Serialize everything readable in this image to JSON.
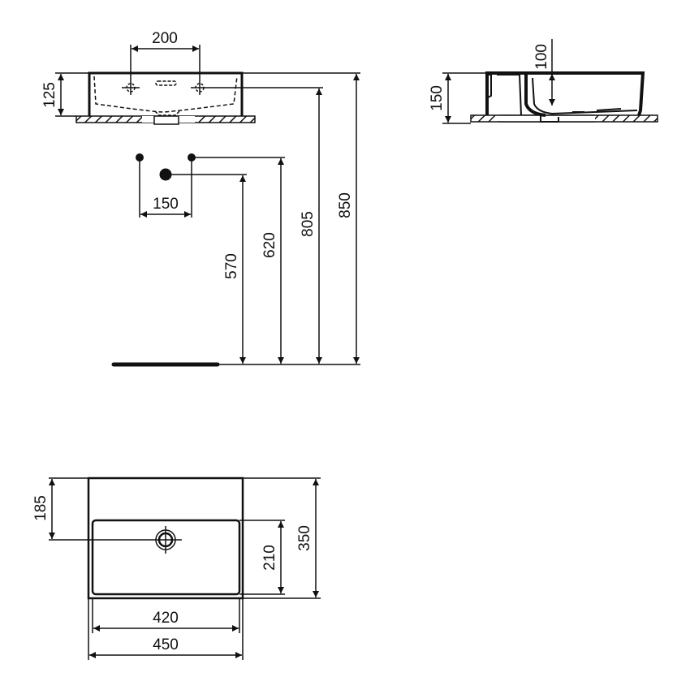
{
  "drawing": {
    "title": "Wall-hung washbasin technical drawing",
    "colors": {
      "line": "#111111",
      "background": "#ffffff"
    }
  },
  "front_view": {
    "tap_hole_spacing": "200",
    "basin_height": "125"
  },
  "side_view": {
    "bowl_depth": "100",
    "total_height": "150"
  },
  "installation": {
    "supply_spacing": "150",
    "waste_height": "570",
    "supply_height": "620",
    "overflow_height": "805",
    "rim_height": "850"
  },
  "plan_view": {
    "waste_offset": "185",
    "bowl_depth": "210",
    "total_depth": "350",
    "bowl_width": "420",
    "total_width": "450"
  }
}
